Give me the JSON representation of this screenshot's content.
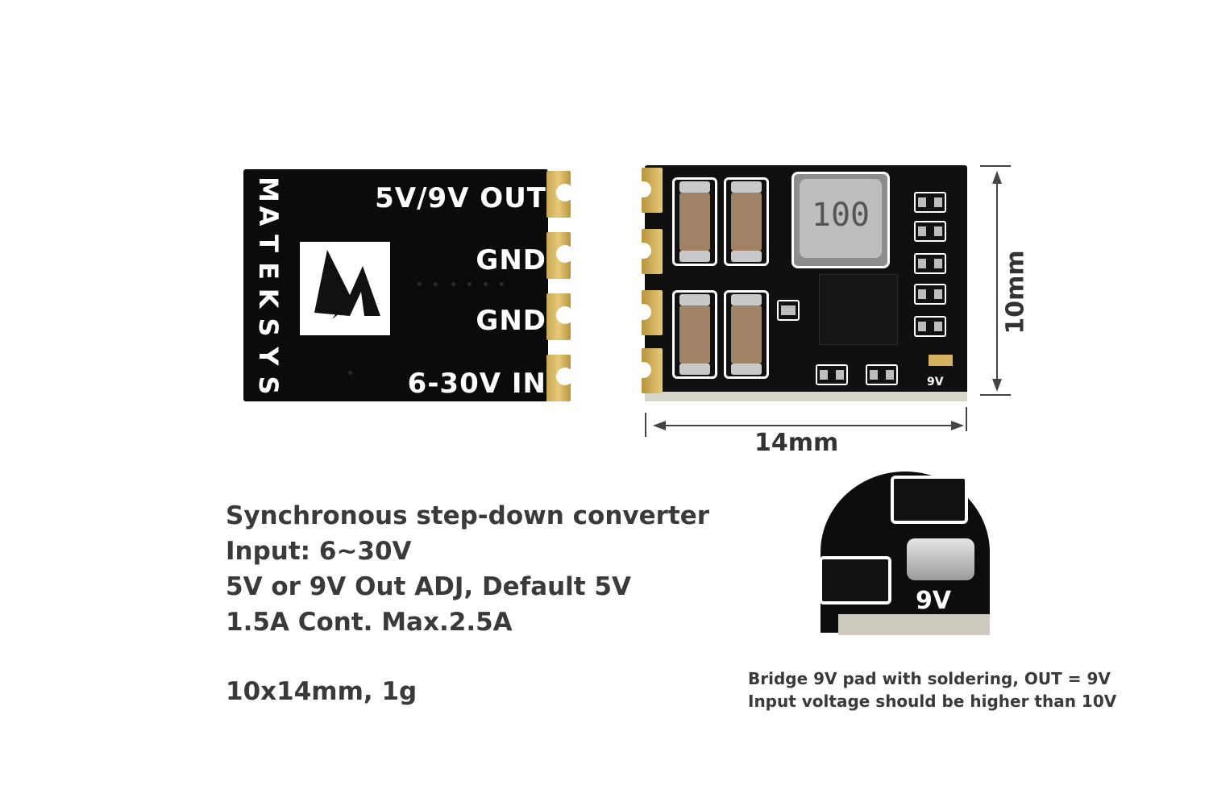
{
  "board_back": {
    "brand_letters": [
      "M",
      "A",
      "T",
      "E",
      "K",
      "S",
      "Y",
      "S"
    ],
    "labels": {
      "out": "5V/9V OUT",
      "gnd1": "GND",
      "gnd2": "GND",
      "in": "6-30V IN"
    }
  },
  "board_front": {
    "inductor_marking": "100",
    "jumper_label": "9V"
  },
  "dimensions": {
    "width": "14mm",
    "height": "10mm"
  },
  "inset": {
    "label": "9V"
  },
  "specs": {
    "line1": "Synchronous step-down converter",
    "line2": "Input: 6~30V",
    "line3": "5V or 9V Out ADJ, Default 5V",
    "line4": "1.5A Cont. Max.2.5A",
    "line5": "10x14mm, 1g"
  },
  "note": {
    "line1": "Bridge 9V pad with soldering, OUT = 9V",
    "line2": "Input voltage should be higher than 10V"
  },
  "colors": {
    "pcb": "#0b0b0b",
    "gold_pad": "#e6c97a",
    "text": "#3a3a3a"
  }
}
